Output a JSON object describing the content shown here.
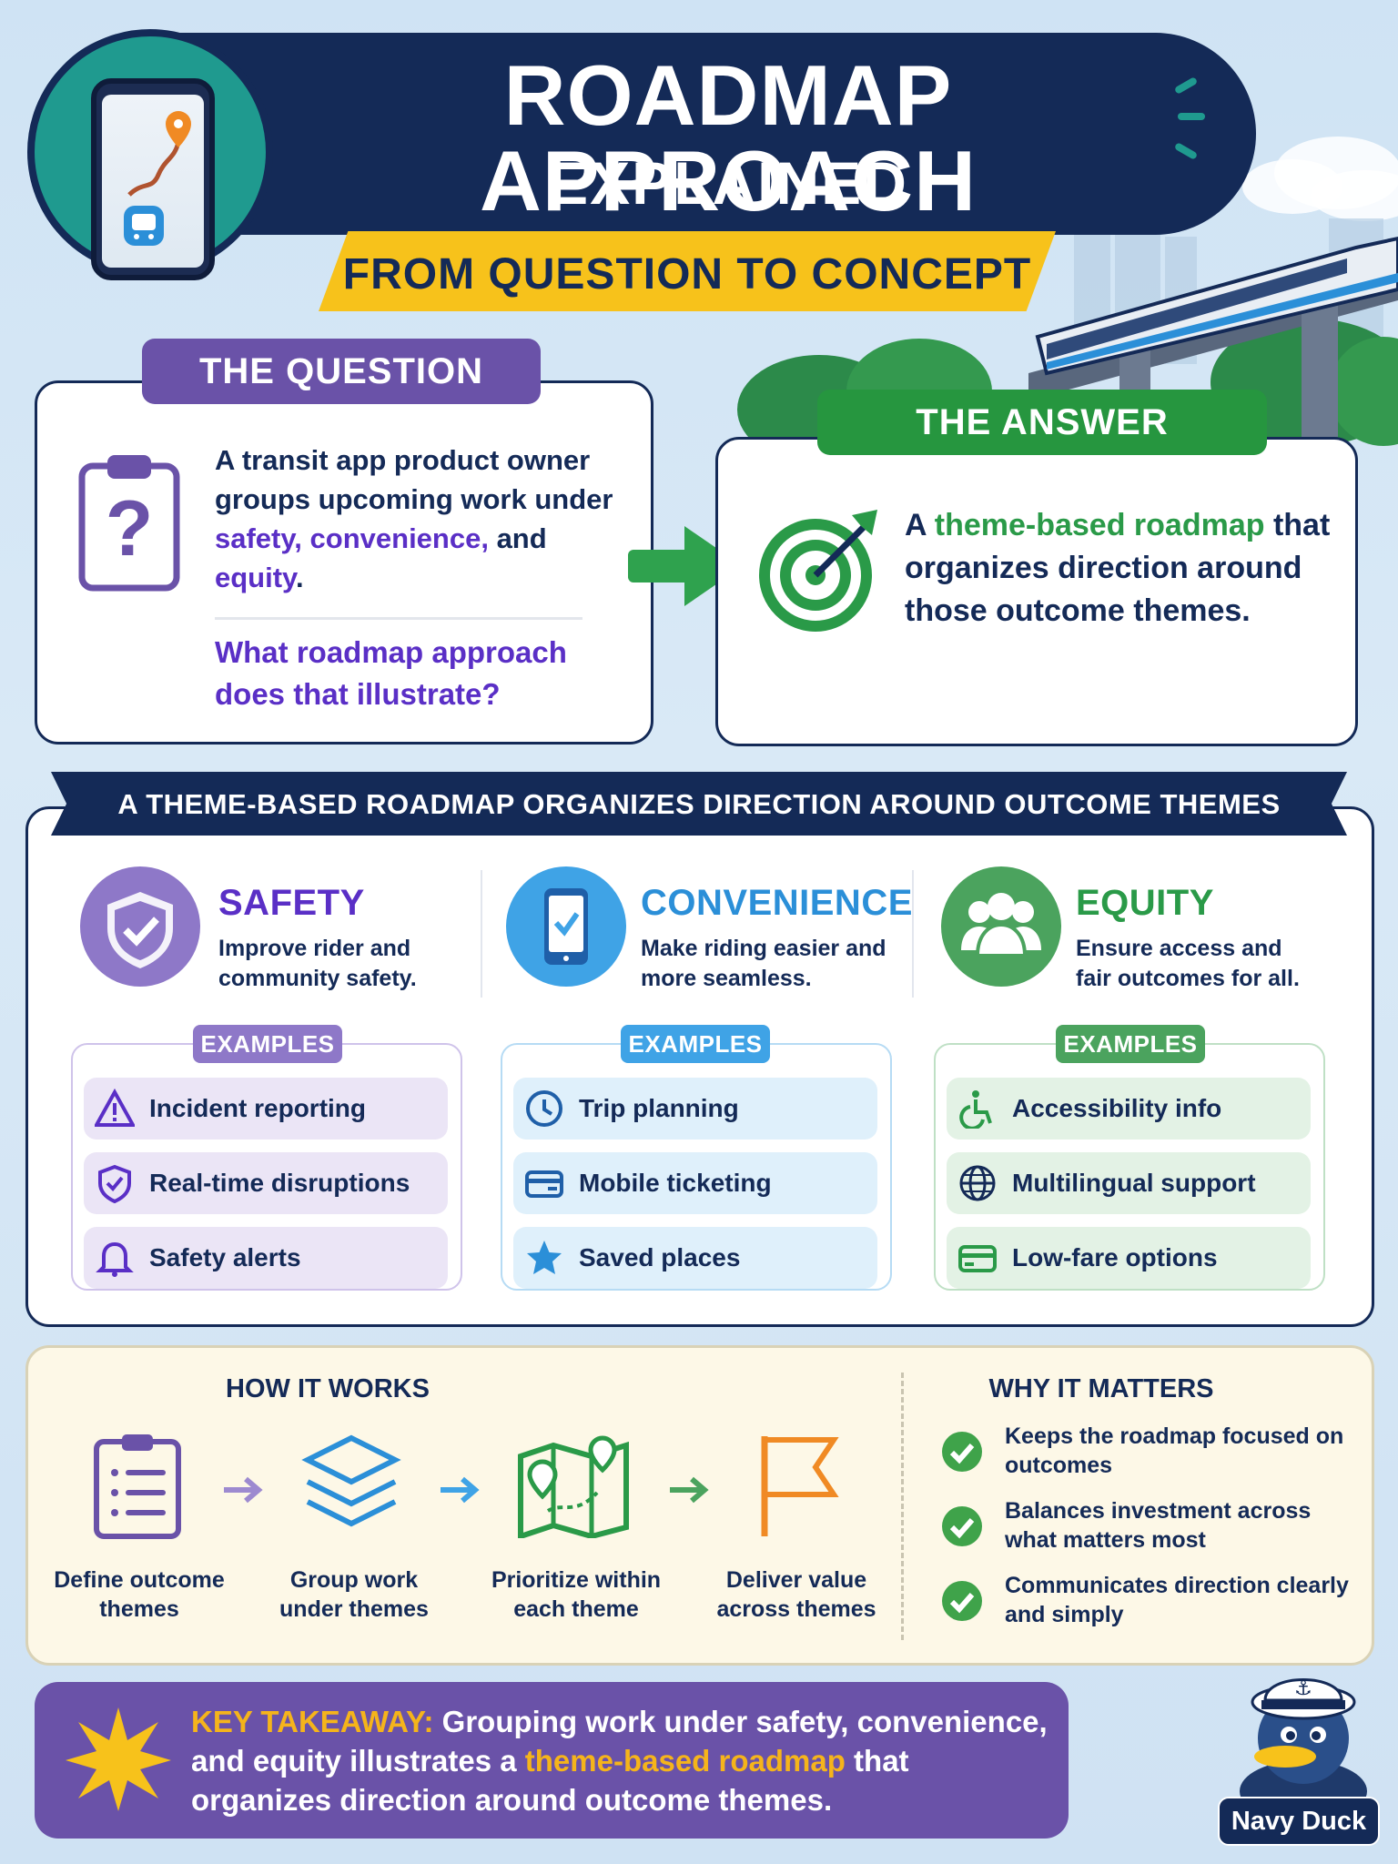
{
  "header": {
    "title": "ROADMAP APPROACH",
    "subtitle": "EXPLAINED",
    "ribbon": "FROM QUESTION TO CONCEPT"
  },
  "question": {
    "tab": "THE QUESTION",
    "text_parts": [
      {
        "text": "A transit app product owner groups upcoming work under ",
        "style": "plain"
      },
      {
        "text": "safety, convenience,",
        "style": "purple"
      },
      {
        "text": " and ",
        "style": "plain"
      },
      {
        "text": "equity",
        "style": "purple"
      },
      {
        "text": ".",
        "style": "plain"
      }
    ],
    "ask": "What roadmap approach does that illustrate?"
  },
  "answer": {
    "tab": "THE ANSWER",
    "text_parts": [
      {
        "text": "A ",
        "style": "plain"
      },
      {
        "text": "theme-based roadmap",
        "style": "green"
      },
      {
        "text": " that organizes direction around those outcome themes.",
        "style": "plain"
      }
    ]
  },
  "themes": {
    "banner": "A THEME-BASED ROADMAP ORGANIZES DIRECTION AROUND OUTCOME THEMES",
    "examples_label": "EXAMPLES",
    "items": [
      {
        "title": "SAFETY",
        "desc": "Improve rider and community safety.",
        "color": "#5a2fc6",
        "examples": [
          "Incident reporting",
          "Real-time disruptions",
          "Safety alerts"
        ]
      },
      {
        "title": "CONVENIENCE",
        "desc": "Make riding easier and more seamless.",
        "color": "#2b8fd8",
        "examples": [
          "Trip planning",
          "Mobile ticketing",
          "Saved places"
        ]
      },
      {
        "title": "EQUITY",
        "desc": "Ensure access and fair outcomes for all.",
        "color": "#2a9a48",
        "examples": [
          "Accessibility info",
          "Multilingual support",
          "Low-fare options"
        ]
      }
    ]
  },
  "how": {
    "title": "HOW IT WORKS",
    "steps": [
      "Define outcome themes",
      "Group work under themes",
      "Prioritize within each theme",
      "Deliver value across themes"
    ]
  },
  "why": {
    "title": "WHY IT MATTERS",
    "items": [
      "Keeps the roadmap focused on outcomes",
      "Balances investment across what matters most",
      "Communicates direction clearly and simply"
    ]
  },
  "takeaway": {
    "label": "KEY TAKEAWAY:",
    "text_parts": [
      {
        "text": " Grouping work under safety, convenience, and equity illustrates a ",
        "style": "plain"
      },
      {
        "text": "theme-based roadmap",
        "style": "orange"
      },
      {
        "text": " that organizes direction around outcome themes.",
        "style": "plain"
      }
    ]
  },
  "mascot": {
    "name": "Navy Duck"
  }
}
